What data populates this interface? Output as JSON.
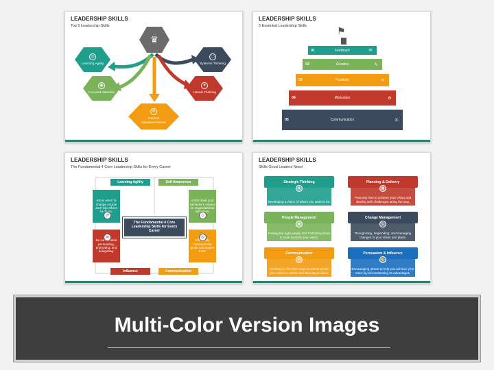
{
  "slides": [
    {
      "title": "LEADERSHIP SKILLS",
      "subtitle": "Top 5 Leadership Skills",
      "items": [
        "Learning Agility",
        "Systems Thinking",
        "Focused Attention",
        "Lateral Thinking",
        "Radical Interdependence"
      ],
      "colors": [
        "#1f9e8e",
        "#3b4a5c",
        "#7bb35a",
        "#c0392b",
        "#f39c12",
        "#6b6b6b"
      ]
    },
    {
      "title": "LEADERSHIP SKILLS",
      "subtitle": "5 Essential Leadership Skills",
      "steps": [
        {
          "num": "01",
          "label": "Feedback",
          "color": "#1f9e8e"
        },
        {
          "num": "02",
          "label": "Creative",
          "color": "#7bb35a"
        },
        {
          "num": "03",
          "label": "Positivity",
          "color": "#f39c12"
        },
        {
          "num": "04",
          "label": "Motivation",
          "color": "#c0392b"
        },
        {
          "num": "05",
          "label": "Communication",
          "color": "#3b4a5c"
        }
      ]
    },
    {
      "title": "LEADERSHIP SKILLS",
      "subtitle": "The Fundamental 4 Core Leadership Skills for Every Career",
      "center": "The Fundamental 4 Core Leadership Skills for Every Career",
      "quads": [
        {
          "label": "Learning Agility",
          "text": "Know when to change course and help others to do so.",
          "color": "#1f9e8e"
        },
        {
          "label": "Self Awareness",
          "text": "Understand your behavior’s impact on organizational outcomes.",
          "color": "#7bb35a"
        },
        {
          "label": "Influence",
          "text": "Be comfortable persuading, promoting, and delegating.",
          "color": "#c0392b"
        },
        {
          "label": "Communication",
          "text": "Effectively communicate goals and inspire trust.",
          "color": "#f39c12"
        }
      ]
    },
    {
      "title": "LEADERSHIP SKILLS",
      "subtitle": "Skills Good Leaders Need",
      "cards": [
        {
          "label": "Strategic Thinking",
          "text": "Developing a vision of where you want to be.",
          "color": "#1f9e8e"
        },
        {
          "label": "Planning & Delivery",
          "text": "Planning how to achieve your vision and dealing with challenges along the way.",
          "color": "#c0392b"
        },
        {
          "label": "People Management",
          "text": "Finding the right people and motivating them to work towards your vision.",
          "color": "#7bb35a"
        },
        {
          "label": "Change Management",
          "text": "Recognizing, responding, and managing changes to your vision and plans.",
          "color": "#3b4a5c"
        },
        {
          "label": "Communication",
          "text": "Working on the best ways to communicate your vision to others and listening to ideas.",
          "color": "#f39c12"
        },
        {
          "label": "Persuasion & Influence",
          "text": "Encouraging others to help you achieve your vision by demonstrating its advantages.",
          "color": "#1a6fbf"
        }
      ]
    }
  ],
  "banner": {
    "text": "Multi-Color Version Images"
  }
}
